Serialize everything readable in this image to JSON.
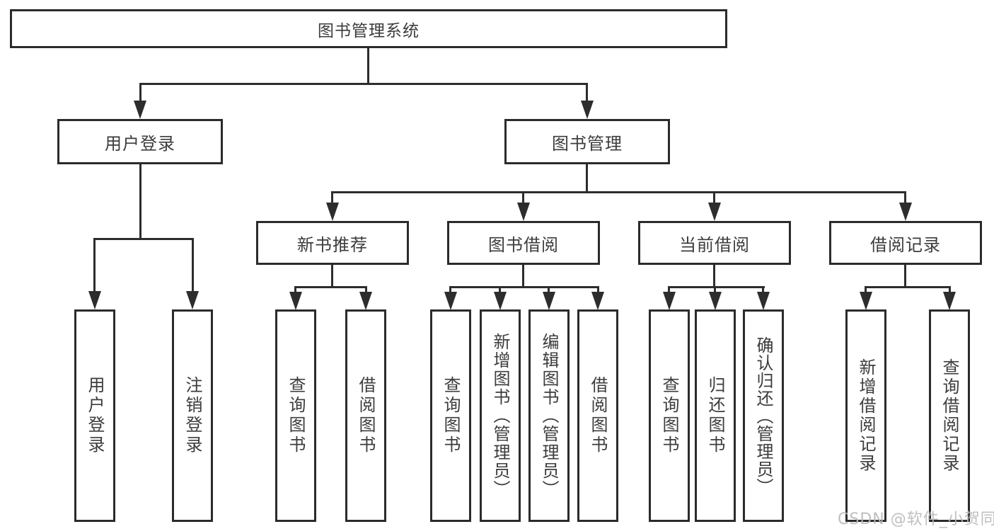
{
  "diagram_title": "图书管理系统",
  "watermark": {
    "text": "CSDN @软件_小贺同学"
  },
  "colors": {
    "background": "#ffffff",
    "line": "#2d2d2d",
    "box_border": "#2b2b2b",
    "text": "#3c3c3c",
    "watermark": "#bababa"
  },
  "tree": {
    "label": "图书管理系统",
    "children": [
      {
        "label": "用户登录",
        "children": [
          {
            "label": "用户登录"
          },
          {
            "label": "注销登录"
          }
        ]
      },
      {
        "label": "图书管理",
        "children": [
          {
            "label": "新书推荐",
            "children": [
              {
                "label": "查询图书"
              },
              {
                "label": "借阅图书"
              }
            ]
          },
          {
            "label": "图书借阅",
            "children": [
              {
                "label": "查询图书"
              },
              {
                "label": "新增图书（管理员）"
              },
              {
                "label": "编辑图书（管理员）"
              },
              {
                "label": "借阅图书"
              }
            ]
          },
          {
            "label": "当前借阅",
            "children": [
              {
                "label": "查询图书"
              },
              {
                "label": "归还图书"
              },
              {
                "label": "确认归还（管理员）"
              }
            ]
          },
          {
            "label": "借阅记录",
            "children": [
              {
                "label": "新增借阅记录"
              },
              {
                "label": "查询借阅记录"
              }
            ]
          }
        ]
      }
    ]
  }
}
